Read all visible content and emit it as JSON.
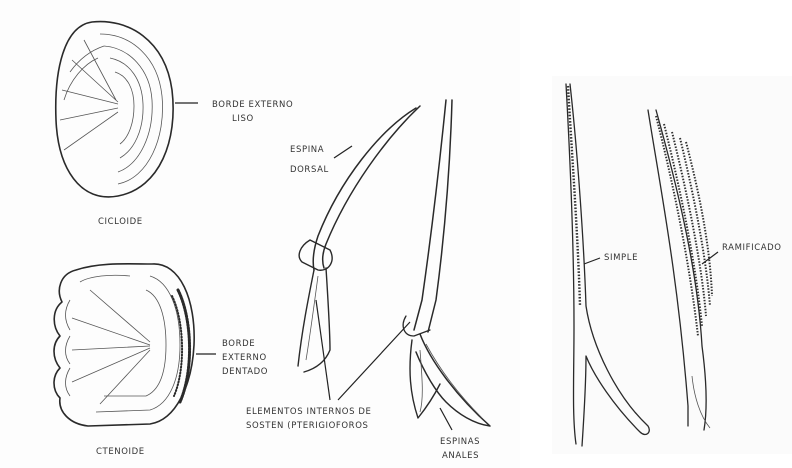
{
  "left_figure": {
    "labels": {
      "cicloide": "CICLOIDE",
      "borde_liso_1": "BORDE EXTERNO",
      "borde_liso_2": "LISO",
      "ctenoide": "CTENOIDE",
      "borde_dentado_1": "BORDE",
      "borde_dentado_2": "EXTERNO",
      "borde_dentado_3": "DENTADO",
      "espina_dorsal_1": "ESPINA",
      "espina_dorsal_2": "DORSAL",
      "elementos_1": "ELEMENTOS INTERNOS DE",
      "elementos_2": "SOSTEN (PTERIGIOFOROS",
      "espinas_anales_1": "ESPINAS",
      "espinas_anales_2": "ANALES"
    }
  },
  "right_figure": {
    "labels": {
      "simple": "SIMPLE",
      "ramificado": "RAMIFICADO"
    }
  }
}
